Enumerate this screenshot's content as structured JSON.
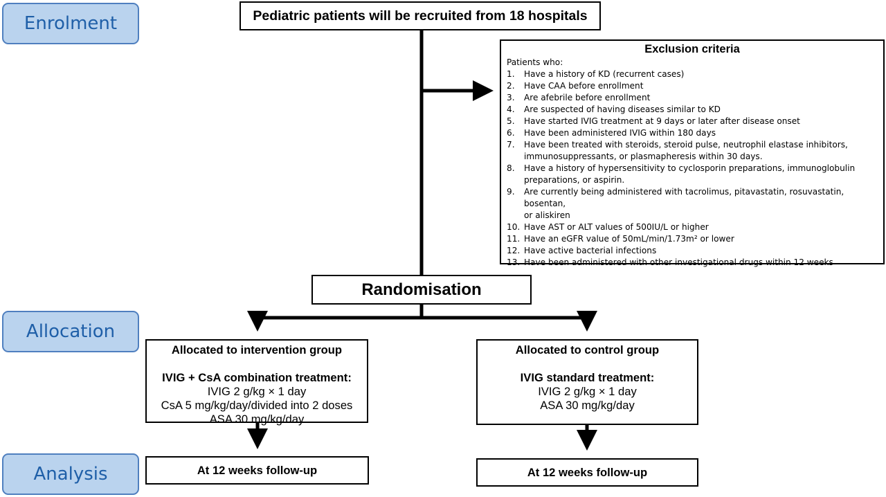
{
  "stages": {
    "enrolment": "Enrolment",
    "allocation": "Allocation",
    "analysis": "Analysis"
  },
  "recruitment": "Pediatric patients will be recruited from 18 hospitals",
  "exclusion": {
    "title": "Exclusion criteria",
    "intro": "Patients who:",
    "items": [
      {
        "num": "1.",
        "lines": [
          "Have a history of KD (recurrent cases)"
        ]
      },
      {
        "num": "2.",
        "lines": [
          "Have CAA before enrollment"
        ]
      },
      {
        "num": "3.",
        "lines": [
          "Are afebrile before enrollment"
        ]
      },
      {
        "num": "4.",
        "lines": [
          "Are suspected of having diseases similar to KD"
        ]
      },
      {
        "num": "5.",
        "lines": [
          "Have started IVIG treatment at 9 days or later after disease onset"
        ]
      },
      {
        "num": "6.",
        "lines": [
          "Have been administered IVIG within 180 days"
        ]
      },
      {
        "num": "7.",
        "lines": [
          "Have been treated with steroids, steroid pulse, neutrophil elastase inhibitors,",
          "immunosuppressants, or plasmapheresis within 30 days."
        ]
      },
      {
        "num": "8.",
        "lines": [
          "Have a history of hypersensitivity to cyclosporin preparations, immunoglobulin",
          "preparations, or aspirin."
        ]
      },
      {
        "num": "9.",
        "lines": [
          "Are currently being administered with tacrolimus, pitavastatin, rosuvastatin, bosentan,",
          "or aliskiren"
        ]
      },
      {
        "num": "10.",
        "lines": [
          "Have AST or ALT values of 500IU/L or higher"
        ]
      },
      {
        "num": "11.",
        "lines": [
          "Have an eGFR value of 50mL/min/1.73m² or lower"
        ]
      },
      {
        "num": "12.",
        "lines": [
          "Have active bacterial infections"
        ]
      },
      {
        "num": "13.",
        "lines": [
          "Have been administered with other investigational drugs within 12 weeks"
        ]
      }
    ]
  },
  "randomisation": "Randomisation",
  "intervention": {
    "heading": "Allocated to intervention group",
    "treatment": "IVIG + CsA combination treatment:",
    "lines": [
      "IVIG 2 g/kg × 1 day",
      "CsA  5 mg/kg/day/divided into 2 doses",
      "ASA 30 mg/kg/day"
    ],
    "followup": "At 12 weeks follow-up"
  },
  "control": {
    "heading": "Allocated to control group",
    "treatment": "IVIG standard treatment:",
    "lines": [
      "IVIG 2 g/kg × 1 day",
      "ASA 30 mg/kg/day"
    ],
    "followup": "At 12 weeks follow-up"
  }
}
